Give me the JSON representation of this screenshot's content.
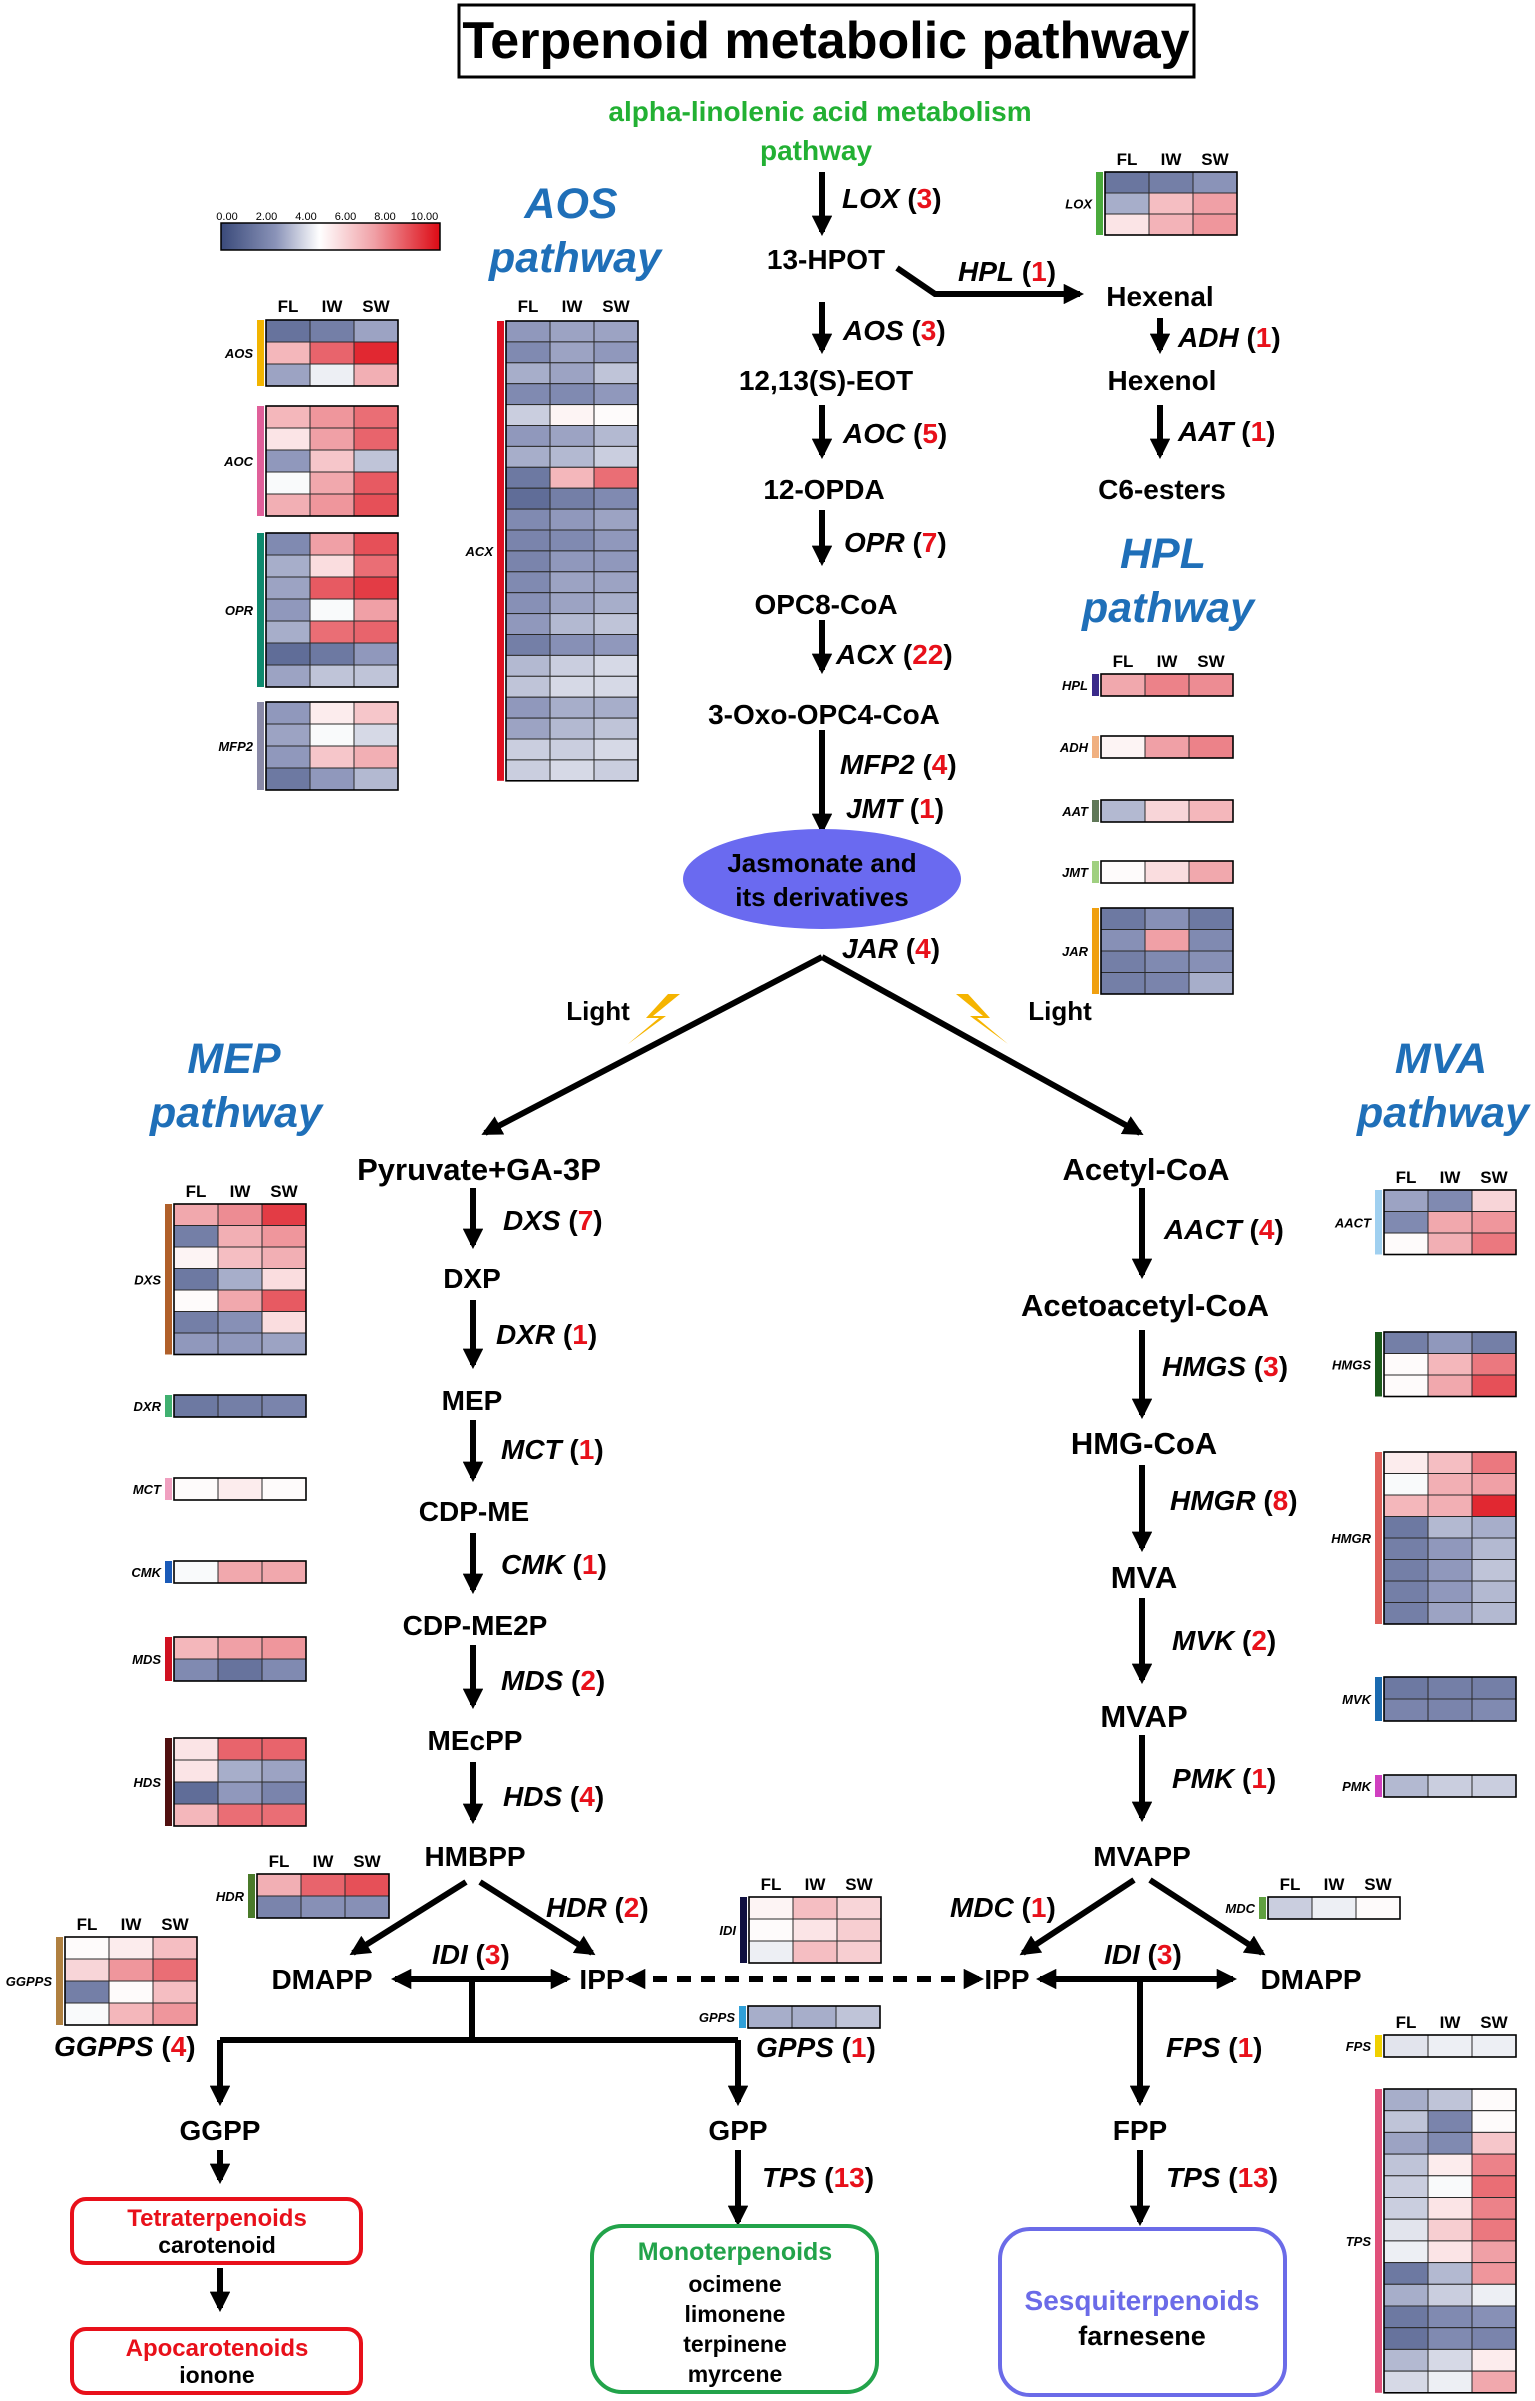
{
  "title": "Terpenoid metabolic pathway",
  "precursor": [
    "alpha-linolenic acid metabolism",
    "pathway"
  ],
  "pathway_labels": {
    "aos": [
      "AOS",
      "pathway"
    ],
    "hpl": [
      "HPL",
      "pathway"
    ],
    "mep": [
      "MEP",
      "pathway"
    ],
    "mva": [
      "MVA",
      "pathway"
    ]
  },
  "light_label": "Light",
  "metabolites": {
    "hpot": "13-HPOT",
    "hexenal": "Hexenal",
    "hexenol": "Hexenol",
    "c6esters": "C6-esters",
    "eot": "12,13(S)-EOT",
    "opda": "12-OPDA",
    "opc8": "OPC8-CoA",
    "opc4": "3-Oxo-OPC4-CoA",
    "jasmonate": [
      "Jasmonate and",
      "its derivatives"
    ],
    "pyruvate": "Pyruvate+GA-3P",
    "dxp": "DXP",
    "mep": "MEP",
    "cdpme": "CDP-ME",
    "cdpme2p": "CDP-ME2P",
    "mecpp": "MEcPP",
    "hmbpp": "HMBPP",
    "dmapp": "DMAPP",
    "ipp": "IPP",
    "ggpp": "GGPP",
    "gpp": "GPP",
    "acetylcoa": "Acetyl-CoA",
    "acetoacetyl": "Acetoacetyl-CoA",
    "hmgcoa": "HMG-CoA",
    "mva": "MVA",
    "mvap": "MVAP",
    "mvapp": "MVAPP",
    "fpp": "FPP"
  },
  "enzymes": {
    "lox": {
      "name": "LOX",
      "count": "3"
    },
    "hpl": {
      "name": "HPL",
      "count": "1"
    },
    "aos": {
      "name": "AOS",
      "count": "3"
    },
    "adh": {
      "name": "ADH",
      "count": "1"
    },
    "aoc": {
      "name": "AOC",
      "count": "5"
    },
    "aat": {
      "name": "AAT",
      "count": "1"
    },
    "opr": {
      "name": "OPR",
      "count": "7"
    },
    "acx": {
      "name": "ACX",
      "count": "22"
    },
    "mfp2": {
      "name": "MFP2",
      "count": "4"
    },
    "jmt": {
      "name": "JMT",
      "count": "1"
    },
    "jar": {
      "name": "JAR",
      "count": "4"
    },
    "dxs": {
      "name": "DXS",
      "count": "7"
    },
    "dxr": {
      "name": "DXR",
      "count": "1"
    },
    "mct": {
      "name": "MCT",
      "count": "1"
    },
    "cmk": {
      "name": "CMK",
      "count": "1"
    },
    "mds": {
      "name": "MDS",
      "count": "2"
    },
    "hds": {
      "name": "HDS",
      "count": "4"
    },
    "hdr": {
      "name": "HDR",
      "count": "2"
    },
    "idi_l": {
      "name": "IDI",
      "count": "3"
    },
    "ggpps": {
      "name": "GGPPS",
      "count": "4"
    },
    "gpps": {
      "name": "GPPS",
      "count": "1"
    },
    "tps_l": {
      "name": "TPS",
      "count": "13"
    },
    "aact": {
      "name": "AACT",
      "count": "4"
    },
    "hmgs": {
      "name": "HMGS",
      "count": "3"
    },
    "hmgr": {
      "name": "HMGR",
      "count": "8"
    },
    "mvk": {
      "name": "MVK",
      "count": "2"
    },
    "pmk": {
      "name": "PMK",
      "count": "1"
    },
    "mdc": {
      "name": "MDC",
      "count": "1"
    },
    "idi_r": {
      "name": "IDI",
      "count": "3"
    },
    "fps": {
      "name": "FPS",
      "count": "1"
    },
    "tps_r": {
      "name": "TPS",
      "count": "13"
    }
  },
  "products": {
    "tetra": {
      "head": "Tetraterpenoids",
      "items": [
        "carotenoid"
      ]
    },
    "apo": {
      "head": "Apocarotenoids",
      "items": [
        "ionone"
      ]
    },
    "mono": {
      "head": "Monoterpenoids",
      "items": [
        "ocimene",
        "limonene",
        "terpinene",
        "myrcene"
      ]
    },
    "sesqui": {
      "head": "Sesquiterpenoids",
      "items": [
        "farnesene"
      ]
    }
  },
  "heatmap": {
    "columns": [
      "FL",
      "IW",
      "SW"
    ],
    "scale_ticks": [
      "0.00",
      "2.00",
      "4.00",
      "6.00",
      "8.00",
      "10.00"
    ],
    "scale_colors": [
      "#3a4a7a",
      "#8a93b8",
      "#ffffff",
      "#f0a0a6",
      "#dd0a14"
    ],
    "tracks": {
      "LOX": "#4aaa3c",
      "AOS": "#f2b400",
      "AOC": "#e0609a",
      "OPR": "#0e8a6e",
      "MFP2": "#8a8aa8",
      "ACX": "#e01020",
      "HPL": "#3a2a8a",
      "ADH": "#f0b080",
      "AAT": "#607858",
      "JMT": "#a0d080",
      "JAR": "#f0a010",
      "DXS": "#b0602a",
      "DXR": "#40b070",
      "MCT": "#f0a0c0",
      "CMK": "#1a5ab8",
      "MDS": "#d01020",
      "HDS": "#501010",
      "HDR": "#4a7a2a",
      "GGPPS": "#b08040",
      "IDI": "#101040",
      "GPPS": "#30a0d8",
      "AACT": "#a0d0f0",
      "HMGS": "#1a5a1a",
      "HMGR": "#e0605a",
      "MVK": "#1a6ab0",
      "PMK": "#d040c0",
      "MDC": "#60a040",
      "FPS": "#f0d000",
      "TPS": "#e0507a"
    },
    "values": {
      "LOX": [
        [
          1.5,
          1.8,
          2.5
        ],
        [
          3.0,
          6.2,
          7.0
        ],
        [
          5.2,
          6.5,
          7.2
        ]
      ],
      "AOS": [
        [
          1.4,
          1.8,
          2.8
        ],
        [
          6.4,
          8.2,
          9.4
        ],
        [
          2.8,
          4.2,
          6.6
        ]
      ],
      "AOC": [
        [
          6.4,
          7.2,
          8.0
        ],
        [
          5.2,
          7.0,
          8.2
        ],
        [
          2.6,
          6.0,
          3.4
        ],
        [
          4.4,
          6.8,
          8.4
        ],
        [
          6.6,
          7.2,
          8.6
        ]
      ],
      "OPR": [
        [
          2.2,
          7.0,
          8.6
        ],
        [
          3.0,
          5.4,
          8.0
        ],
        [
          2.8,
          8.4,
          9.0
        ],
        [
          2.6,
          4.4,
          7.0
        ],
        [
          3.0,
          8.0,
          8.2
        ],
        [
          1.2,
          1.6,
          2.6
        ],
        [
          2.8,
          3.4,
          3.4
        ]
      ],
      "MFP2": [
        [
          2.6,
          5.0,
          6.0
        ],
        [
          2.8,
          4.4,
          3.8
        ],
        [
          2.6,
          6.0,
          6.6
        ],
        [
          1.6,
          2.6,
          3.2
        ]
      ],
      "ACX": [
        [
          2.6,
          2.8,
          2.8
        ],
        [
          2.2,
          2.8,
          2.6
        ],
        [
          3.0,
          2.8,
          3.4
        ],
        [
          2.2,
          2.2,
          2.6
        ],
        [
          3.6,
          4.8,
          4.6
        ],
        [
          2.6,
          2.8,
          3.2
        ],
        [
          3.0,
          3.2,
          3.6
        ],
        [
          1.6,
          6.4,
          8.0
        ],
        [
          1.2,
          1.8,
          2.2
        ],
        [
          2.2,
          2.6,
          2.8
        ],
        [
          2.0,
          2.2,
          2.6
        ],
        [
          2.0,
          2.6,
          2.6
        ],
        [
          2.2,
          2.8,
          2.8
        ],
        [
          2.4,
          2.8,
          3.0
        ],
        [
          2.6,
          3.2,
          3.4
        ],
        [
          1.8,
          2.4,
          2.6
        ],
        [
          3.2,
          3.6,
          3.8
        ],
        [
          3.4,
          3.8,
          3.8
        ],
        [
          2.6,
          3.0,
          3.0
        ],
        [
          2.8,
          3.2,
          3.4
        ],
        [
          3.6,
          3.6,
          3.8
        ],
        [
          3.6,
          3.8,
          3.6
        ]
      ],
      "HPL": [
        [
          6.8,
          7.6,
          7.4
        ]
      ],
      "ADH": [
        [
          4.8,
          7.0,
          7.6
        ]
      ],
      "AAT": [
        [
          3.2,
          5.6,
          6.4
        ]
      ],
      "JMT": [
        [
          4.6,
          5.4,
          6.8
        ]
      ],
      "JAR": [
        [
          1.6,
          2.4,
          1.6
        ],
        [
          2.4,
          7.0,
          2.2
        ],
        [
          1.8,
          2.2,
          2.4
        ],
        [
          1.8,
          2.0,
          3.0
        ]
      ],
      "DXS": [
        [
          6.8,
          7.4,
          9.0
        ],
        [
          1.8,
          6.6,
          7.2
        ],
        [
          4.8,
          6.2,
          6.6
        ],
        [
          1.6,
          3.0,
          5.4
        ],
        [
          4.6,
          6.8,
          8.4
        ],
        [
          1.8,
          2.4,
          5.4
        ],
        [
          2.6,
          2.6,
          2.8
        ]
      ],
      "DXR": [
        [
          1.6,
          1.8,
          2.0
        ]
      ],
      "MCT": [
        [
          4.6,
          5.0,
          4.6
        ]
      ],
      "CMK": [
        [
          4.4,
          6.8,
          6.8
        ]
      ],
      "MDS": [
        [
          6.4,
          7.0,
          7.2
        ],
        [
          2.2,
          1.4,
          2.2
        ]
      ],
      "HDS": [
        [
          5.2,
          8.2,
          8.2
        ],
        [
          5.2,
          3.0,
          2.8
        ],
        [
          1.2,
          2.6,
          2.0
        ],
        [
          6.4,
          8.0,
          8.0
        ]
      ],
      "HDR": [
        [
          6.6,
          8.2,
          8.6
        ],
        [
          2.0,
          2.4,
          2.4
        ]
      ],
      "GGPPS": [
        [
          4.6,
          5.0,
          6.2
        ],
        [
          5.6,
          7.2,
          8.0
        ],
        [
          1.8,
          4.6,
          6.2
        ],
        [
          4.4,
          6.4,
          7.2
        ]
      ],
      "IDI": [
        [
          4.8,
          6.2,
          5.6
        ],
        [
          4.6,
          5.2,
          5.8
        ],
        [
          4.2,
          6.2,
          5.8
        ]
      ],
      "GPPS": [
        [
          3.0,
          3.0,
          3.4
        ]
      ],
      "AACT": [
        [
          2.8,
          2.2,
          5.6
        ],
        [
          2.2,
          6.8,
          7.2
        ],
        [
          4.6,
          6.6,
          7.8
        ]
      ],
      "HMGS": [
        [
          1.8,
          2.6,
          1.8
        ],
        [
          4.6,
          6.4,
          7.8
        ],
        [
          4.6,
          6.8,
          8.6
        ]
      ],
      "HMGR": [
        [
          5.0,
          6.2,
          7.8
        ],
        [
          4.4,
          6.6,
          7.0
        ],
        [
          6.4,
          6.6,
          9.4
        ],
        [
          1.6,
          3.2,
          3.0
        ],
        [
          1.8,
          2.6,
          3.2
        ],
        [
          1.8,
          2.6,
          3.4
        ],
        [
          1.8,
          2.6,
          3.2
        ],
        [
          1.8,
          2.8,
          3.2
        ]
      ],
      "MVK": [
        [
          1.6,
          1.8,
          1.8
        ],
        [
          2.0,
          2.0,
          2.2
        ]
      ],
      "PMK": [
        [
          3.2,
          3.6,
          3.6
        ]
      ],
      "MDC": [
        [
          3.6,
          4.2,
          4.6
        ]
      ],
      "FPS": [
        [
          4.0,
          4.2,
          4.2
        ]
      ],
      "TPS": [
        [
          3.0,
          3.4,
          4.6
        ],
        [
          3.4,
          2.0,
          4.6
        ],
        [
          2.8,
          2.2,
          6.0
        ],
        [
          3.4,
          5.0,
          7.6
        ],
        [
          3.6,
          4.4,
          8.0
        ],
        [
          3.6,
          5.2,
          7.6
        ],
        [
          4.0,
          5.8,
          7.8
        ],
        [
          4.2,
          5.2,
          7.0
        ],
        [
          1.6,
          3.2,
          7.2
        ],
        [
          3.0,
          3.6,
          4.2
        ],
        [
          1.6,
          2.2,
          2.4
        ],
        [
          1.4,
          2.2,
          2.0
        ],
        [
          3.2,
          3.8,
          5.0
        ],
        [
          3.8,
          4.2,
          6.8
        ]
      ]
    }
  }
}
